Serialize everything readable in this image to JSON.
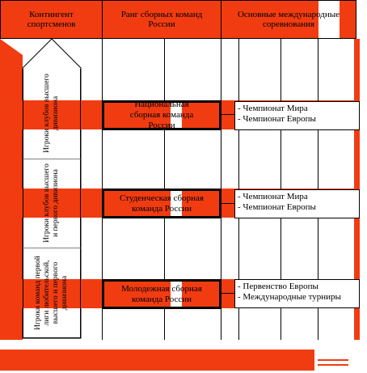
{
  "header": {
    "col1": "Контингент спортсменов",
    "col2": "Ранг сборных команд России",
    "col3": "Основные международные соревнования"
  },
  "athletes": [
    "Игроки клубов высшего дивизиона",
    "Игроки клубов высшего и первого дивизиона",
    "Игроки команд первой лиги любительской, высшего и первого дивизиона"
  ],
  "teams": [
    {
      "name": "Национальная сборная команда России",
      "competitions": [
        "- Чемпионат Мира",
        "- Чемпионат Европы"
      ]
    },
    {
      "name": "Студенческая сборная команда России",
      "competitions": [
        "- Чемпионат Мира",
        "- Чемпионат Европы"
      ]
    },
    {
      "name": "Молодежная сборная команда России",
      "competitions": [
        "- Первенство Европы",
        "- Международные турниры"
      ]
    }
  ],
  "colors": {
    "accent": "#f13c12",
    "line": "#000000",
    "background": "#ffffff"
  }
}
